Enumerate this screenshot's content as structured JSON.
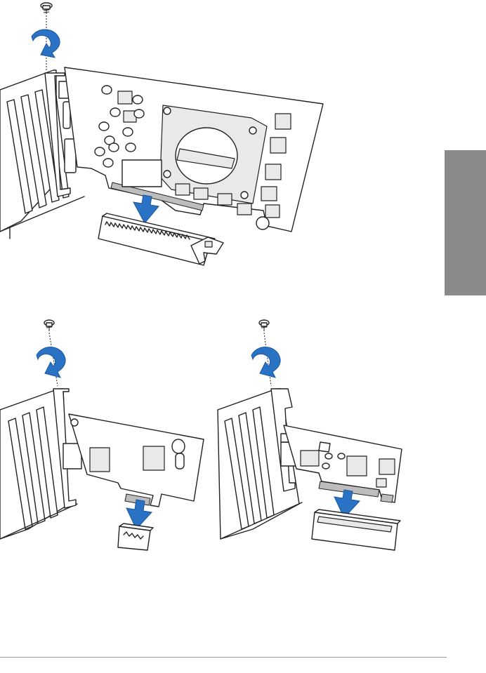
{
  "side_tab": {
    "label": "",
    "color": "#8a8a8a"
  },
  "illustrations": [
    {
      "id": "fig-top",
      "subject": "graphics-card-install"
    },
    {
      "id": "fig-bottom-left",
      "subject": "pcie-x1-card-install"
    },
    {
      "id": "fig-bottom-right",
      "subject": "pcie-x4-card-install"
    }
  ],
  "colors": {
    "arrow": "#2a72c4",
    "tab": "#8a8a8a",
    "rule": "#9a9a9a"
  },
  "icons": [
    "screw-icon",
    "rotate-arrow-icon",
    "insert-arrow-icon"
  ]
}
